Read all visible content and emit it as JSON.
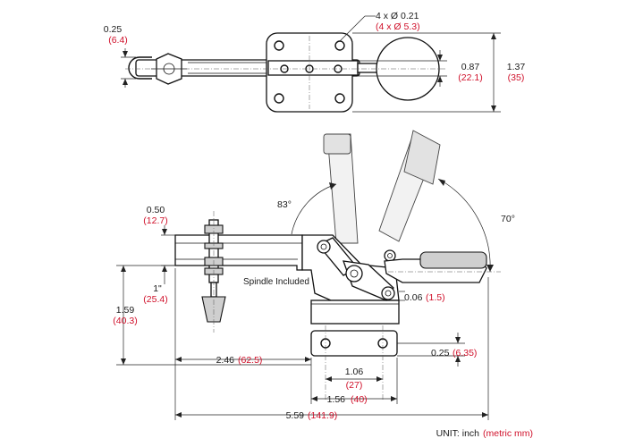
{
  "top_view": {
    "hole_count_in": "4 x Ø 0.21",
    "hole_count_mm": "(4 x Ø 5.3)",
    "offset_in": "0.25",
    "offset_mm": "(6.4)",
    "pad_width_in": "0.87",
    "pad_width_mm": "(22.1)",
    "overall_width_in": "1.37",
    "overall_width_mm": "(35)"
  },
  "side_view": {
    "open_angle": "83°",
    "handle_angle": "70°",
    "arm_thickness_in": "0.50",
    "arm_thickness_mm": "(12.7)",
    "spindle_travel_in": "1\"",
    "spindle_travel_mm": "(25.4)",
    "height_in": "1.59",
    "height_mm": "(40.3)",
    "spindle_label": "Spindle Included",
    "base_thickness_in": "0.06",
    "base_thickness_mm": "(1.5)"
  },
  "base_view": {
    "slot_offset_in": "0.25",
    "slot_offset_mm": "(6.35)",
    "hole_spacing_in": "1.06",
    "hole_spacing_mm": "(27)",
    "base_length_in": "1.56",
    "base_length_mm": "(40)",
    "reach_in": "2.46",
    "reach_mm": "(62.5)",
    "overall_length_in": "5.59",
    "overall_length_mm": "(141.9)"
  },
  "footer": {
    "unit_label": "UNIT: inch",
    "unit_metric": "(metric mm)"
  },
  "colors": {
    "metric_text": "#d0102a",
    "line": "#111111"
  }
}
